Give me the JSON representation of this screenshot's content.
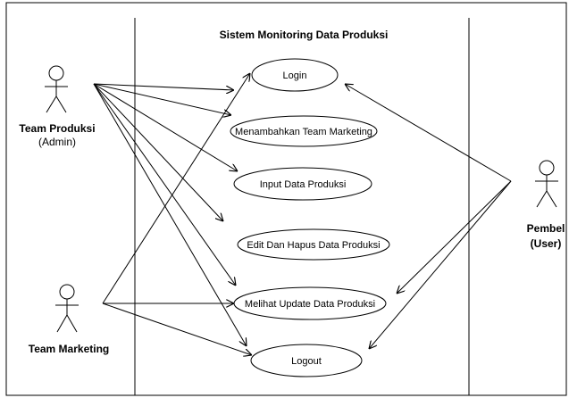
{
  "system": {
    "title": "Sistem Monitoring Data Produksi"
  },
  "actors": {
    "admin": {
      "line1": "Team Produksi",
      "line2": "(Admin)"
    },
    "marketing": {
      "line1": "Team Marketing"
    },
    "user": {
      "line1": "Pembel",
      "line2": "(User)"
    }
  },
  "use_cases": {
    "login": "Login",
    "tambah_marketing": "Menambahkan Team Marketing",
    "input_data": "Input Data Produksi",
    "edit_hapus": "Edit Dan Hapus Data Produksi",
    "melihat_update": "Melihat Update Data Produksi",
    "logout": "Logout"
  },
  "associations": [
    {
      "from": "admin",
      "to": "login"
    },
    {
      "from": "admin",
      "to": "tambah_marketing"
    },
    {
      "from": "admin",
      "to": "input_data"
    },
    {
      "from": "admin",
      "to": "edit_hapus"
    },
    {
      "from": "admin",
      "to": "melihat_update"
    },
    {
      "from": "admin",
      "to": "logout"
    },
    {
      "from": "marketing",
      "to": "login"
    },
    {
      "from": "marketing",
      "to": "melihat_update"
    },
    {
      "from": "marketing",
      "to": "logout"
    },
    {
      "from": "user",
      "to": "login"
    },
    {
      "from": "user",
      "to": "melihat_update"
    },
    {
      "from": "user",
      "to": "logout"
    }
  ]
}
